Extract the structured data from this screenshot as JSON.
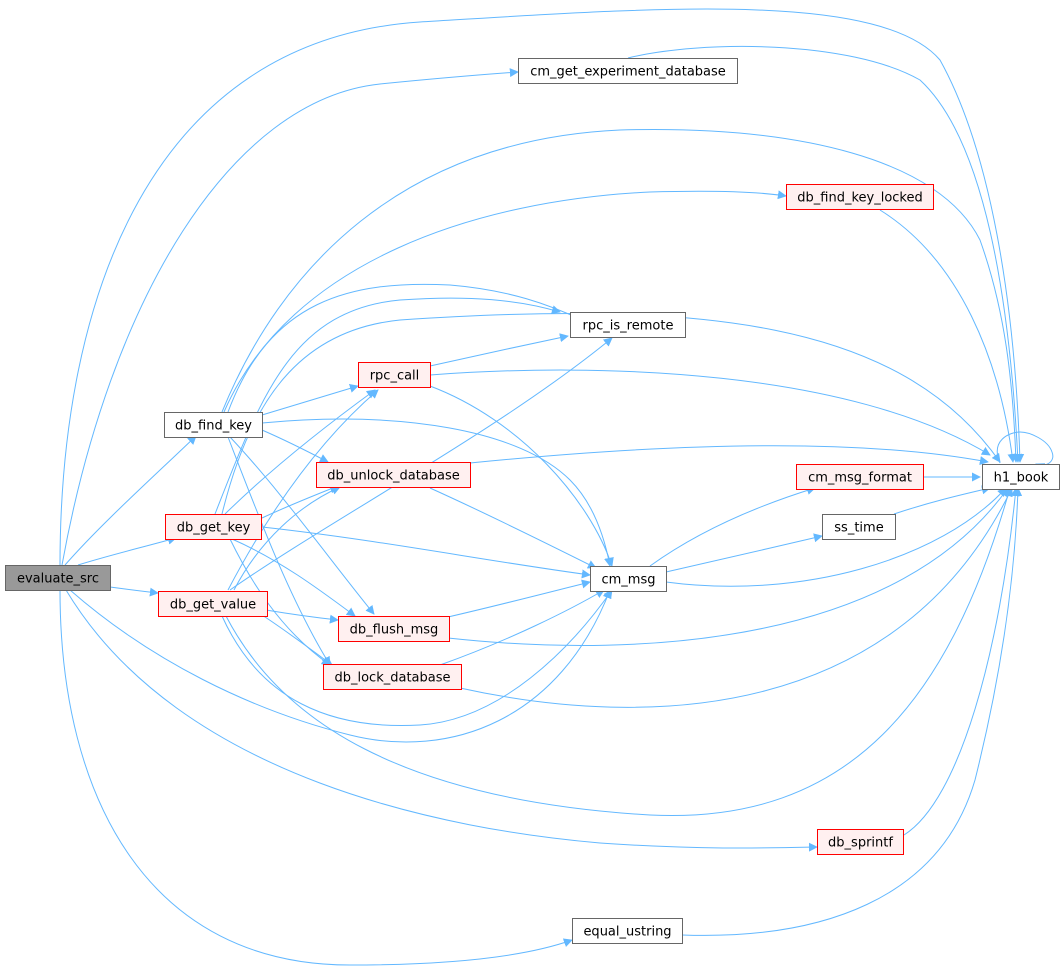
{
  "colors": {
    "edge": "#63b8ff",
    "root_fill": "#999999",
    "root_stroke": "#666666",
    "plain_fill": "#ffffff",
    "plain_stroke": "#666666",
    "red_fill": "#fff0f0",
    "red_stroke": "#ff0000",
    "text": "#000000"
  },
  "nodes": {
    "evaluate_src": {
      "label": "evaluate_src",
      "style": "root"
    },
    "cm_get_experiment_database": {
      "label": "cm_get_experiment_database",
      "style": "plain"
    },
    "db_find_key_locked": {
      "label": "db_find_key_locked",
      "style": "red"
    },
    "rpc_is_remote": {
      "label": "rpc_is_remote",
      "style": "plain"
    },
    "rpc_call": {
      "label": "rpc_call",
      "style": "red"
    },
    "db_find_key": {
      "label": "db_find_key",
      "style": "plain"
    },
    "db_unlock_database": {
      "label": "db_unlock_database",
      "style": "red"
    },
    "cm_msg_format": {
      "label": "cm_msg_format",
      "style": "red"
    },
    "h1_book": {
      "label": "h1_book",
      "style": "plain"
    },
    "db_get_key": {
      "label": "db_get_key",
      "style": "red"
    },
    "ss_time": {
      "label": "ss_time",
      "style": "plain"
    },
    "cm_msg": {
      "label": "cm_msg",
      "style": "plain"
    },
    "db_get_value": {
      "label": "db_get_value",
      "style": "red"
    },
    "db_flush_msg": {
      "label": "db_flush_msg",
      "style": "red"
    },
    "db_lock_database": {
      "label": "db_lock_database",
      "style": "red"
    },
    "db_sprintf": {
      "label": "db_sprintf",
      "style": "red"
    },
    "equal_ustring": {
      "label": "equal_ustring",
      "style": "plain"
    }
  },
  "edges": [
    [
      "evaluate_src",
      "h1_book"
    ],
    [
      "evaluate_src",
      "cm_get_experiment_database"
    ],
    [
      "evaluate_src",
      "db_find_key"
    ],
    [
      "evaluate_src",
      "db_get_key"
    ],
    [
      "evaluate_src",
      "db_get_value"
    ],
    [
      "evaluate_src",
      "cm_msg"
    ],
    [
      "evaluate_src",
      "db_sprintf"
    ],
    [
      "evaluate_src",
      "equal_ustring"
    ],
    [
      "cm_get_experiment_database",
      "h1_book"
    ],
    [
      "db_find_key",
      "h1_book"
    ],
    [
      "db_find_key",
      "db_find_key_locked"
    ],
    [
      "db_find_key",
      "rpc_is_remote"
    ],
    [
      "db_find_key",
      "rpc_call"
    ],
    [
      "db_find_key",
      "db_unlock_database"
    ],
    [
      "db_find_key",
      "cm_msg"
    ],
    [
      "db_find_key",
      "db_flush_msg"
    ],
    [
      "db_find_key",
      "db_lock_database"
    ],
    [
      "db_get_key",
      "rpc_is_remote"
    ],
    [
      "db_get_key",
      "rpc_call"
    ],
    [
      "db_get_key",
      "db_unlock_database"
    ],
    [
      "db_get_key",
      "cm_msg"
    ],
    [
      "db_get_key",
      "db_flush_msg"
    ],
    [
      "db_get_key",
      "db_lock_database"
    ],
    [
      "db_get_key",
      "h1_book"
    ],
    [
      "db_get_value",
      "rpc_is_remote"
    ],
    [
      "db_get_value",
      "rpc_call"
    ],
    [
      "db_get_value",
      "db_unlock_database"
    ],
    [
      "db_get_value",
      "cm_msg"
    ],
    [
      "db_get_value",
      "db_flush_msg"
    ],
    [
      "db_get_value",
      "db_lock_database"
    ],
    [
      "db_get_value",
      "h1_book"
    ],
    [
      "db_find_key_locked",
      "h1_book"
    ],
    [
      "rpc_call",
      "rpc_is_remote"
    ],
    [
      "rpc_call",
      "h1_book"
    ],
    [
      "rpc_call",
      "cm_msg"
    ],
    [
      "db_unlock_database",
      "h1_book"
    ],
    [
      "db_unlock_database",
      "cm_msg"
    ],
    [
      "cm_msg",
      "cm_msg_format"
    ],
    [
      "cm_msg",
      "ss_time"
    ],
    [
      "cm_msg",
      "h1_book"
    ],
    [
      "cm_msg_format",
      "h1_book"
    ],
    [
      "ss_time",
      "h1_book"
    ],
    [
      "db_flush_msg",
      "cm_msg"
    ],
    [
      "db_flush_msg",
      "h1_book"
    ],
    [
      "db_lock_database",
      "cm_msg"
    ],
    [
      "db_lock_database",
      "h1_book"
    ],
    [
      "db_sprintf",
      "h1_book"
    ],
    [
      "equal_ustring",
      "h1_book"
    ],
    [
      "h1_book",
      "h1_book"
    ]
  ]
}
